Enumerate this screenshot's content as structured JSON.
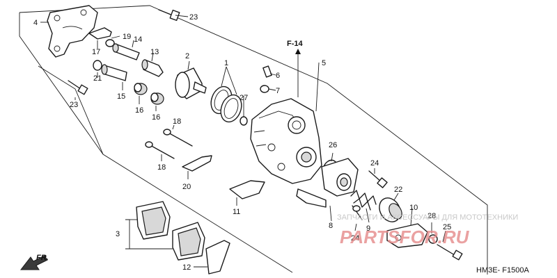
{
  "callouts": [
    "1",
    "2",
    "3",
    "4",
    "5",
    "6",
    "7",
    "8",
    "9",
    "10",
    "11",
    "12",
    "13",
    "14",
    "15",
    "16",
    "16",
    "17",
    "18",
    "18",
    "19",
    "20",
    "21",
    "22",
    "23",
    "23",
    "24",
    "24",
    "25",
    "26",
    "27",
    "28"
  ],
  "ref_label": "F-14",
  "front_label": "FR.",
  "diagram_code": "HM3E- F1500A",
  "watermark": {
    "line1": "ЗАПЧАСТИ И АКСЕССУАРЫ ДЛЯ МОТОТЕХНИКИ",
    "line2": "PARTSFOR.RU"
  }
}
